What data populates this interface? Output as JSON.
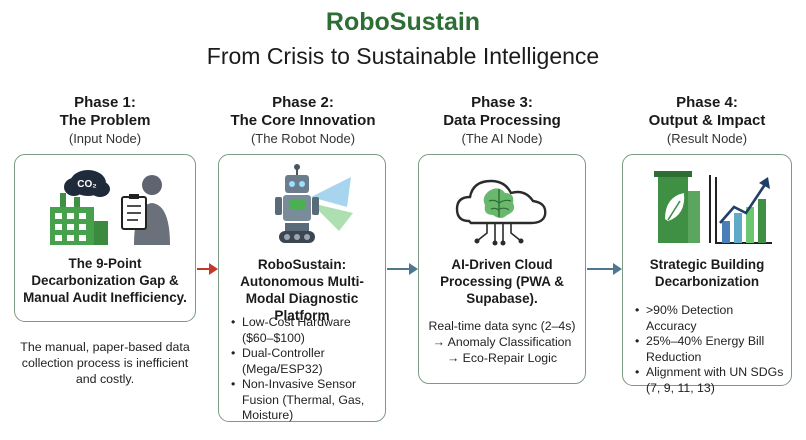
{
  "header": {
    "title": "RoboSustain",
    "subtitle": "From Crisis to Sustainable Intelligence"
  },
  "colors": {
    "brand_green": "#2c6e34",
    "card_border": "#7c9a83",
    "arrow_red": "#c0392b",
    "arrow_blue": "#4f7890"
  },
  "phases": [
    {
      "heading_line1": "Phase 1:",
      "heading_line2": "The Problem",
      "node": "(Input Node)",
      "icon": "factory-co2-auditor-icon",
      "card_title": "The 9-Point Decarbonization Gap & Manual Audit Inefficiency.",
      "description": "The manual, paper-based data collection process is inefficient and costly."
    },
    {
      "heading_line1": "Phase 2:",
      "heading_line2": "The Core Innovation",
      "node": "(The Robot Node)",
      "icon": "robot-sensor-icon",
      "card_title": "RoboSustain: Autonomous Multi-Modal Diagnostic Platform",
      "bullets": [
        "Low-Cost Hardware ($60–$100)",
        "Dual-Controller (Mega/ESP32)",
        "Non-Invasive Sensor Fusion (Thermal, Gas, Moisture)"
      ]
    },
    {
      "heading_line1": "Phase 3:",
      "heading_line2": "Data Processing",
      "node": "(The AI Node)",
      "icon": "cloud-brain-icon",
      "card_title": "AI-Driven Cloud Processing (PWA & Supabase).",
      "body": "Real-time data sync (2–4s) → Anomaly Classification → Eco-Repair Logic"
    },
    {
      "heading_line1": "Phase 4:",
      "heading_line2": "Output & Impact",
      "node": "(Result Node)",
      "icon": "green-building-chart-icon",
      "card_title": "Strategic Building Decarbonization",
      "bullets": [
        ">90% Detection Accuracy",
        "25%–40% Energy Bill Reduction",
        "Alignment with UN SDGs (7, 9, 11, 13)"
      ]
    }
  ]
}
